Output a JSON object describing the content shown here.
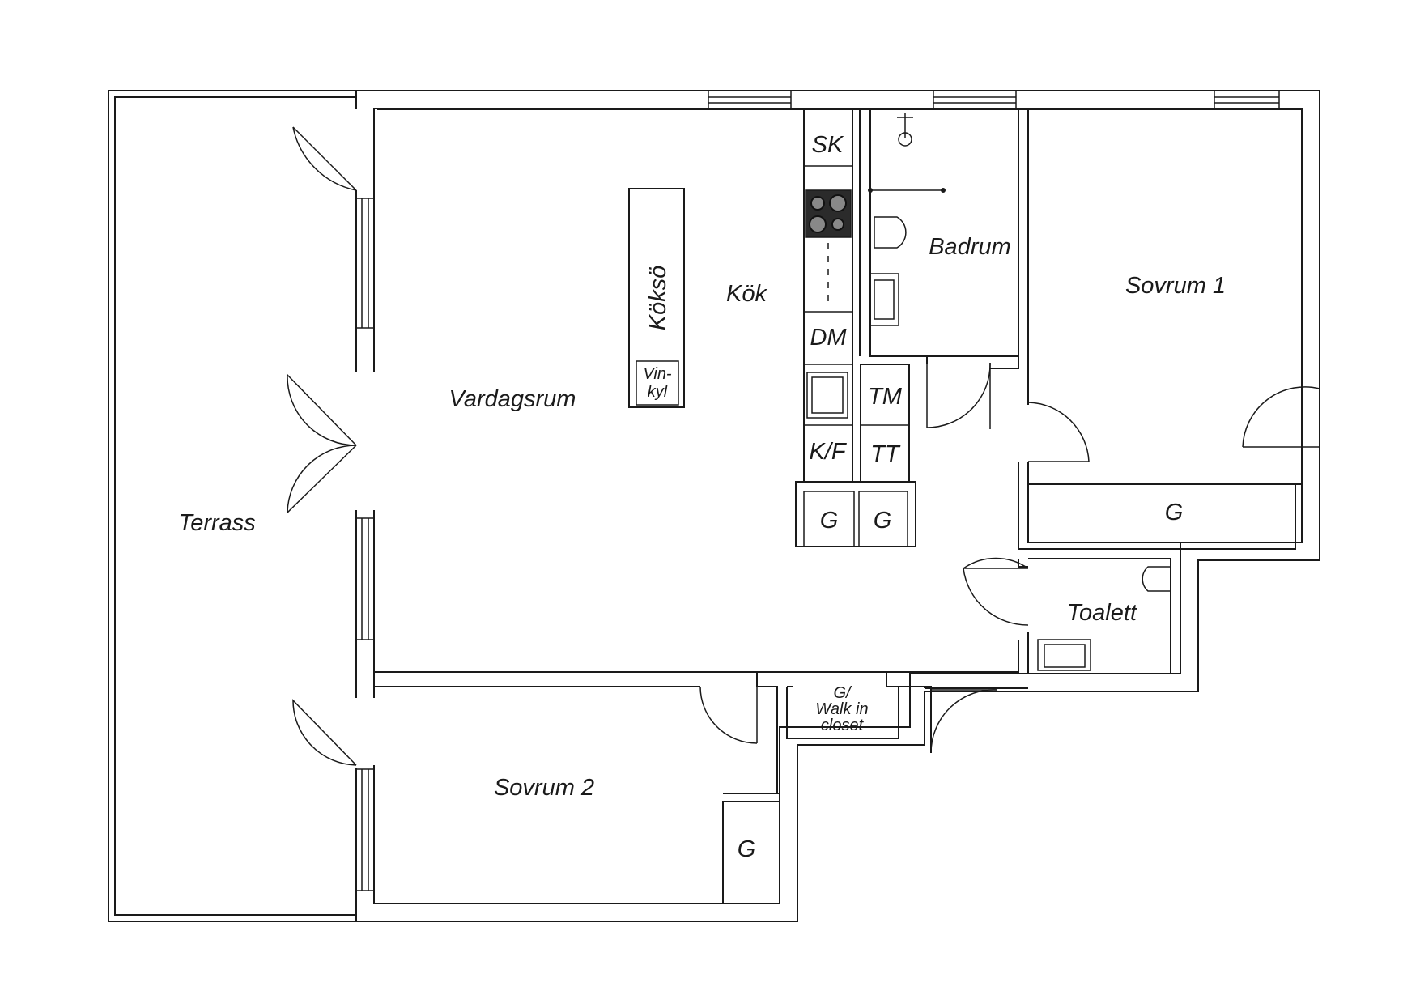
{
  "rooms": {
    "terrass": "Terrass",
    "vardagsrum": "Vardagsrum",
    "kok": "Kök",
    "koksö": "Köksö",
    "badrum": "Badrum",
    "sovrum1": "Sovrum 1",
    "sovrum2": "Sovrum 2",
    "toalett": "Toalett"
  },
  "fixtures": {
    "sk": "SK",
    "dm": "DM",
    "kf": "K/F",
    "tm": "TM",
    "tt": "TT",
    "vinkyl_1": "Vin-",
    "vinkyl_2": "kyl",
    "g": "G",
    "closet_1": "G/",
    "closet_2": "Walk in",
    "closet_3": "closet"
  },
  "colors": {
    "line": "#1a1a1a",
    "background": "#ffffff",
    "stove": "#2b2b2b"
  }
}
